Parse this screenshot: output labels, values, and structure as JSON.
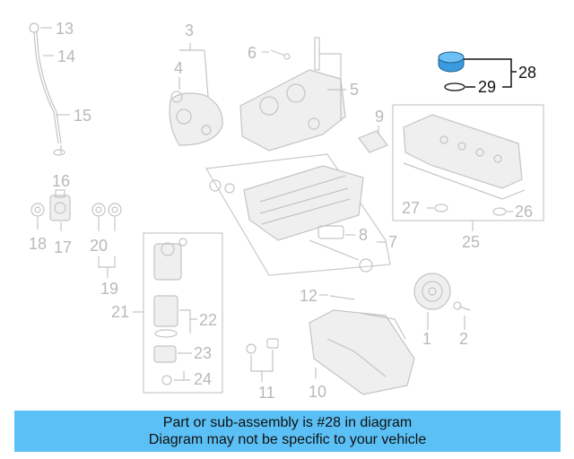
{
  "highlight_color": "#3a9be0",
  "banner_color": "#5bc0f5",
  "callouts": [
    "1",
    "2",
    "3",
    "4",
    "5",
    "6",
    "7",
    "8",
    "9",
    "10",
    "11",
    "12",
    "13",
    "14",
    "15",
    "16",
    "17",
    "18",
    "19",
    "20",
    "21",
    "22",
    "23",
    "24",
    "25",
    "26",
    "27",
    "28",
    "29"
  ],
  "highlighted_part": "28",
  "banner": {
    "line1": "Part or sub-assembly is #28 in diagram",
    "line2": "Diagram may not be specific to your vehicle"
  }
}
